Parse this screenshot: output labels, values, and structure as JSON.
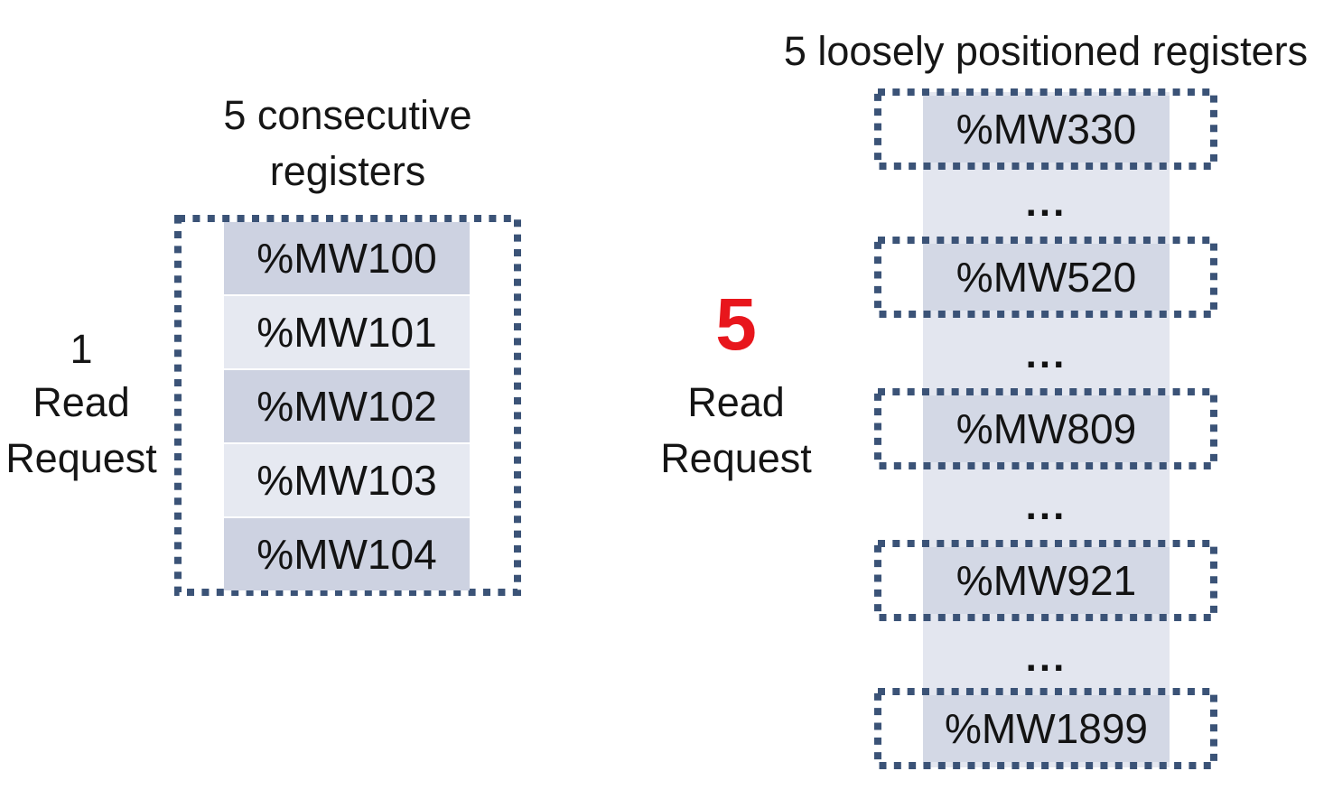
{
  "colors": {
    "accent_red": "#e8161c",
    "dotted_border_blue": "#3b5377",
    "band_light": "#e3e6ef",
    "cell_dark": "#cdd2e1",
    "cell_light": "#e6e9f1",
    "right_cell": "#d3d8e5"
  },
  "left": {
    "title": "5 consecutive registers",
    "request_count": "1",
    "request_label": "Read Request",
    "registers": [
      "%MW100",
      "%MW101",
      "%MW102",
      "%MW103",
      "%MW104"
    ]
  },
  "right": {
    "title": "5 loosely positioned registers",
    "request_count": "5",
    "request_label": "Read Request",
    "registers": [
      "%MW330",
      "%MW520",
      "%MW809",
      "%MW921",
      "%MW1899"
    ],
    "separator": "..."
  }
}
